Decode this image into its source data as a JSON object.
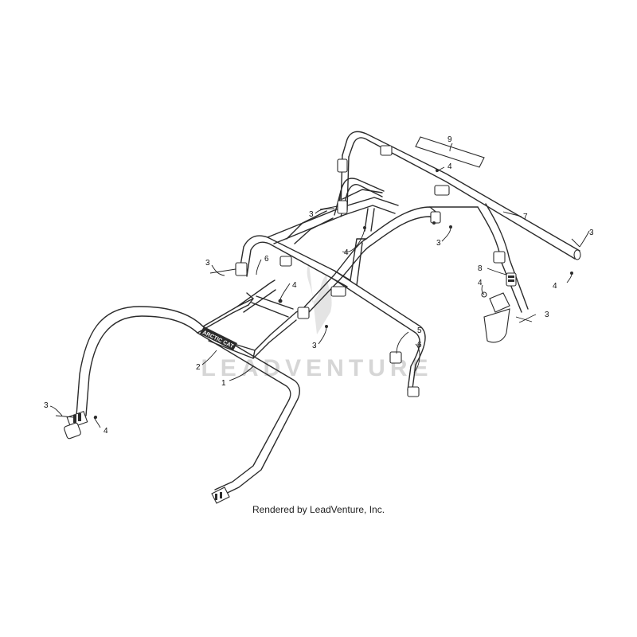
{
  "watermark": "LEADVENTURE",
  "credit": "Rendered by LeadVenture, Inc.",
  "decal_text": "ARCTIC CAT",
  "callouts": [
    {
      "id": "c1",
      "label": "1"
    },
    {
      "id": "c2",
      "label": "2"
    },
    {
      "id": "c3a",
      "label": "3"
    },
    {
      "id": "c3b",
      "label": "3"
    },
    {
      "id": "c3c",
      "label": "3"
    },
    {
      "id": "c3d",
      "label": "3"
    },
    {
      "id": "c3e",
      "label": "3"
    },
    {
      "id": "c3f",
      "label": "3"
    },
    {
      "id": "c3g",
      "label": "3"
    },
    {
      "id": "c4a",
      "label": "4"
    },
    {
      "id": "c4b",
      "label": "4"
    },
    {
      "id": "c4c",
      "label": "4"
    },
    {
      "id": "c4d",
      "label": "4"
    },
    {
      "id": "c4e",
      "label": "4"
    },
    {
      "id": "c4f",
      "label": "4"
    },
    {
      "id": "c5",
      "label": "5"
    },
    {
      "id": "c6a",
      "label": "6"
    },
    {
      "id": "c6b",
      "label": "6"
    },
    {
      "id": "c7",
      "label": "7"
    },
    {
      "id": "c8",
      "label": "8"
    },
    {
      "id": "c9",
      "label": "9"
    }
  ]
}
